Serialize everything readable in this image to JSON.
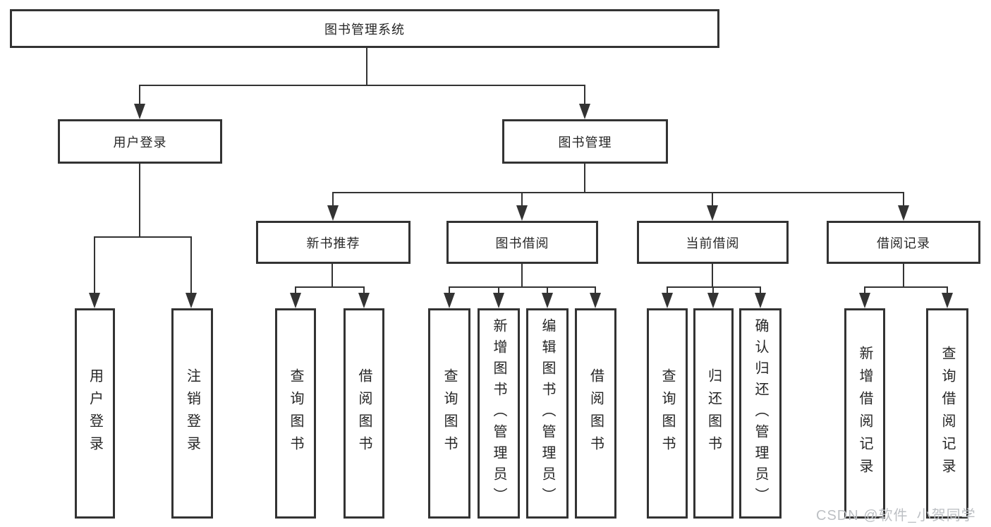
{
  "diagram": {
    "nodes": {
      "root": {
        "label": "图书管理系统"
      },
      "user_login": {
        "label": "用户登录"
      },
      "book_management": {
        "label": "图书管理"
      },
      "new_book_recommend": {
        "label": "新书推荐"
      },
      "book_borrow": {
        "label": "图书借阅"
      },
      "current_borrow": {
        "label": "当前借阅"
      },
      "borrow_records": {
        "label": "借阅记录"
      },
      "leaves": [
        {
          "id": "user-login",
          "label": "用户登录"
        },
        {
          "id": "logout",
          "label": "注销登录"
        },
        {
          "id": "query-books-recommend",
          "label": "查询图书"
        },
        {
          "id": "borrow-books-recommend",
          "label": "借阅图书"
        },
        {
          "id": "query-books-borrow",
          "label": "查询图书"
        },
        {
          "id": "add-books-admin",
          "label": "新增图书（管理员）"
        },
        {
          "id": "edit-books-admin",
          "label": "编辑图书（管理员）"
        },
        {
          "id": "borrow-books-borrow",
          "label": "借阅图书"
        },
        {
          "id": "query-books-current",
          "label": "查询图书"
        },
        {
          "id": "return-books",
          "label": "归还图书"
        },
        {
          "id": "confirm-return-admin",
          "label": "确认归还（管理员）"
        },
        {
          "id": "add-borrow-record",
          "label": "新增借阅记录"
        },
        {
          "id": "query-borrow-record",
          "label": "查询借阅记录"
        }
      ]
    }
  },
  "watermark": {
    "text": "CSDN @软件_小贺同学"
  },
  "colors": {
    "line": "#333333",
    "text": "#262626",
    "watermark": "#bdc0c4",
    "background": "#ffffff"
  }
}
